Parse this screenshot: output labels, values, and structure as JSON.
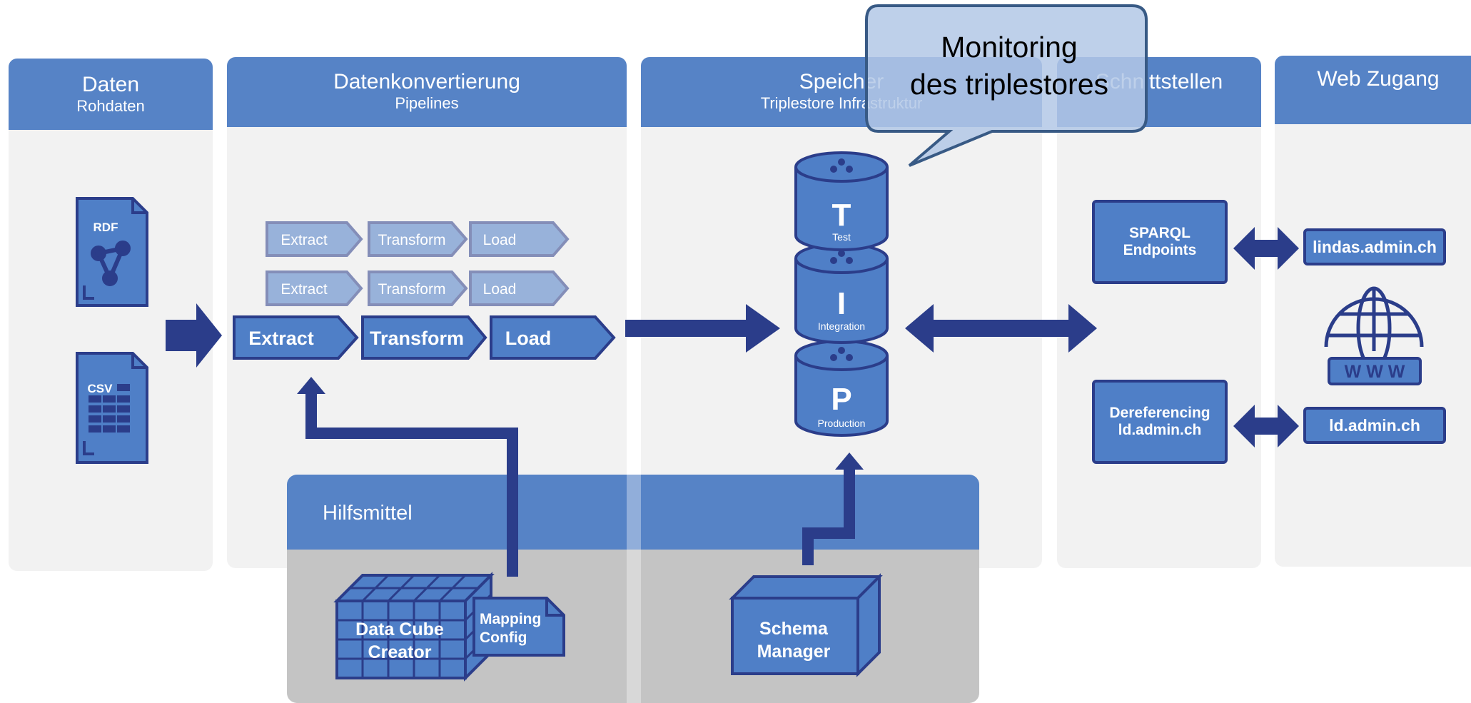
{
  "columns": [
    {
      "title": "Daten",
      "subtitle": "Rohdaten"
    },
    {
      "title": "Datenkonvertierung",
      "subtitle": "Pipelines"
    },
    {
      "title": "Speicher",
      "subtitle": "Triplestore Infrastruktur"
    },
    {
      "title": "Schnittstellen",
      "subtitle": ""
    },
    {
      "title": "Web Zugang",
      "subtitle": ""
    }
  ],
  "callout": {
    "line1": "Monitoring",
    "line2": "des triplestores"
  },
  "files": {
    "rdf": "RDF",
    "csv": "CSV"
  },
  "pipeline": {
    "extract": "Extract",
    "transform": "Transform",
    "load": "Load"
  },
  "stores": [
    {
      "letter": "T",
      "label": "Test"
    },
    {
      "letter": "I",
      "label": "Integration"
    },
    {
      "letter": "P",
      "label": "Production"
    }
  ],
  "interfaces": {
    "sparql": {
      "line1": "SPARQL",
      "line2": "Endpoints"
    },
    "deref": {
      "line1": "Dereferencing",
      "line2": "ld.admin.ch"
    }
  },
  "web": {
    "lindas": "lindas.admin.ch",
    "ld": "ld.admin.ch",
    "www": "W W W"
  },
  "tools": {
    "title": "Hilfsmittel",
    "cube": {
      "line1": "Data Cube",
      "line2": "Creator"
    },
    "mapping": {
      "line1": "Mapping",
      "line2": "Config"
    },
    "schema": {
      "line1": "Schema",
      "line2": "Manager"
    }
  }
}
